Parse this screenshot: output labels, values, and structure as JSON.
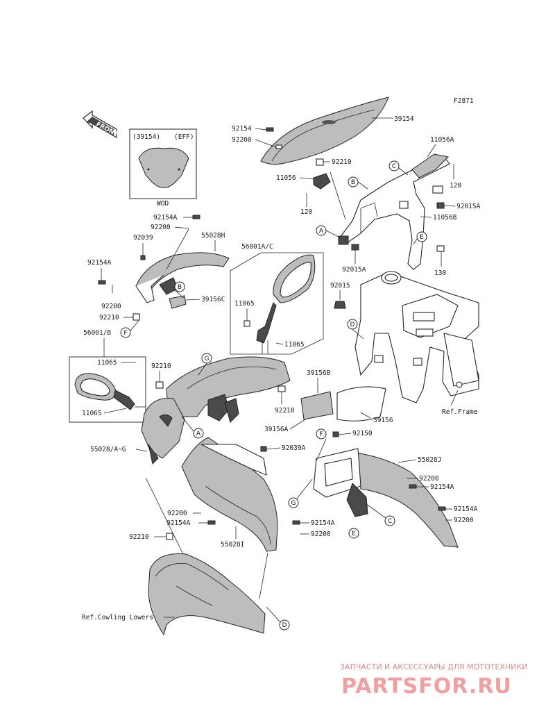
{
  "figure_code": "F2871",
  "front_label": "FRONT",
  "inset": {
    "part": "(39154)",
    "tag": "(EFF)",
    "caption": "WOD"
  },
  "labels": {
    "p39154": "39154",
    "p92154_top": "92154",
    "p92200_top": "92200",
    "p92210_top": "92210",
    "p11056": "11056",
    "p120_left": "120",
    "p11056A": "11056A",
    "p120_right": "120",
    "p92015A_1": "92015A",
    "p11056B": "11056B",
    "p92015A_2": "92015A",
    "p130": "130",
    "p92015": "92015",
    "p92154A_1": "92154A",
    "p92200_1": "92200",
    "p55028H": "55028H",
    "p92039": "92039",
    "p92154A_2": "92154A",
    "p92200_2": "92200",
    "p92210_2": "92210",
    "p39156C": "39156C",
    "p56001AC": "56001A/C",
    "p11065_a": "11065",
    "p11065_b": "11065",
    "p56001B": "56001/B",
    "p11065_c": "11065",
    "p11065_d": "11065",
    "p92210_3": "92210",
    "p92210_4": "92210",
    "p39156B": "39156B",
    "p39156A": "39156A",
    "p39156": "39156",
    "p92150": "92150",
    "ref_frame": "Ref.Frame",
    "p55028AG": "55028/A~G",
    "p92039A": "92039A",
    "p55028J": "55028J",
    "p92200_3": "92200",
    "p92154A_3": "92154A",
    "p92154A_4": "92154A",
    "p92200_4": "92200",
    "p92200_5": "92200",
    "p92154A_5": "92154A",
    "p92154A_6": "92154A",
    "p92200_6": "92200",
    "p55028I": "55028I",
    "p92210_5": "92210",
    "ref_cowling": "Ref.Cowling Lowers"
  },
  "callouts": {
    "a1": "A",
    "a2": "A",
    "b1": "B",
    "b2": "B",
    "c1": "C",
    "c2": "C",
    "d1": "D",
    "d2": "D",
    "e1": "E",
    "e2": "E",
    "f1": "F",
    "f2": "F",
    "g1": "G",
    "g2": "G"
  },
  "watermark": {
    "tagline": "ЗАПЧАСТИ И АКСЕССУАРЫ ДЛЯ МОТОТЕХНИКИ",
    "brand": "PARTSFOR.RU"
  },
  "colors": {
    "line": "#222222",
    "watermark": "#f0a0a0",
    "background": "#ffffff"
  }
}
